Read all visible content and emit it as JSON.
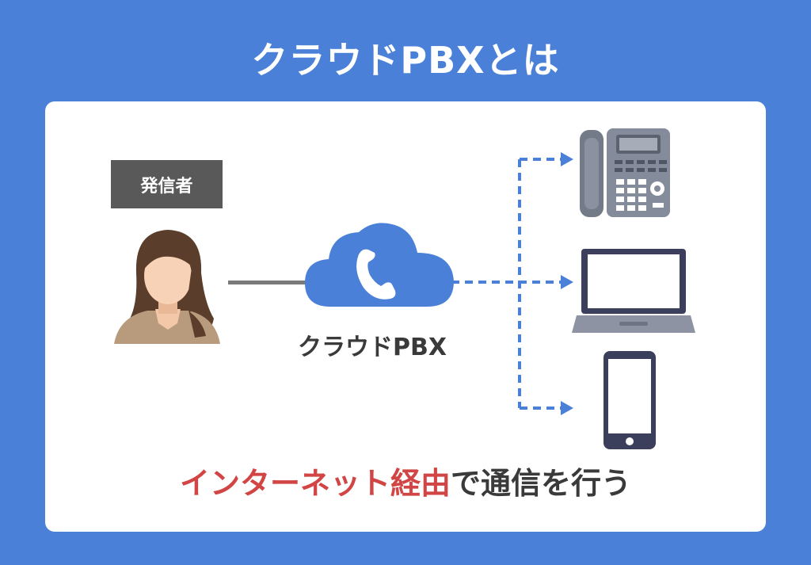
{
  "title": "クラウドPBXとは",
  "caller_label": "発信者",
  "cloud_label": "クラウドPBX",
  "bottom_text": {
    "highlight": "インターネット経由",
    "rest": "で通信を行う"
  },
  "icons": {
    "caller": "woman-avatar-icon",
    "cloud": "cloud-phone-icon",
    "desk_phone": "desk-phone-icon",
    "laptop": "laptop-icon",
    "smartphone": "smartphone-icon"
  },
  "colors": {
    "background": "#4a80d8",
    "card": "#ffffff",
    "cloud": "#4a80d8",
    "dashed_connector": "#4a80d8",
    "highlight_text": "#d24545",
    "label_box": "#595959"
  }
}
